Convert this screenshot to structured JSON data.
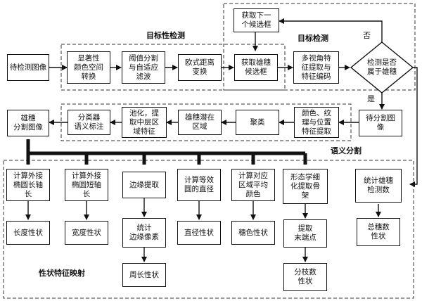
{
  "region_labels": {
    "target_detect_left": "目标性检测",
    "target_detect_right": "目标检测",
    "semantic_seg": "语义分割",
    "trait_map": "性状特征映射"
  },
  "decision": {
    "text": "检测是否\n属于雄穗",
    "no": "否",
    "yes": "是"
  },
  "nodes": {
    "input": "待检测图像",
    "saliency": "显著性\n颜色空间\n转换",
    "threshold": "阈值分割\n与自适应\n滤波",
    "euclid": "欧式距离\n变换",
    "get_cand": "获取雄穗\n候选框",
    "multiview": "多视角特\n征提取与\n特征编码",
    "next_cand": "获取下一\n个候选框",
    "to_seg": "待分割图\n像",
    "cvt_feat": "颜色、纹\n理与位置\n特征提取",
    "cluster": "聚类",
    "potential": "雄穗潜在\n区域",
    "pooling": "池化，提\n取中层区\n域特征",
    "classifier": "分类器\n语义标注",
    "seg_image": "雄穗\n分割图像",
    "long_axis": "计算外接\n椭圆长轴\n长",
    "short_axis": "计算外接\n椭圆短轴\n长",
    "edge": "边缘提取",
    "eq_diam": "计算等效\n圆的直径",
    "avg_color": "计算对应\n区域平均\n颜色",
    "morph": "形态学细\n化提取骨\n架",
    "count_det": "统计雄穗\n检测数",
    "length": "长度性状",
    "width": "宽度性状",
    "edge_px": "统计\n边缘像素",
    "diameter": "直径性状",
    "color_trait": "穗色性状",
    "endpoints": "提取\n末端点",
    "tassel_num": "总穗数\n性状",
    "perimeter": "周长性状",
    "branches": "分枝数\n性状"
  }
}
